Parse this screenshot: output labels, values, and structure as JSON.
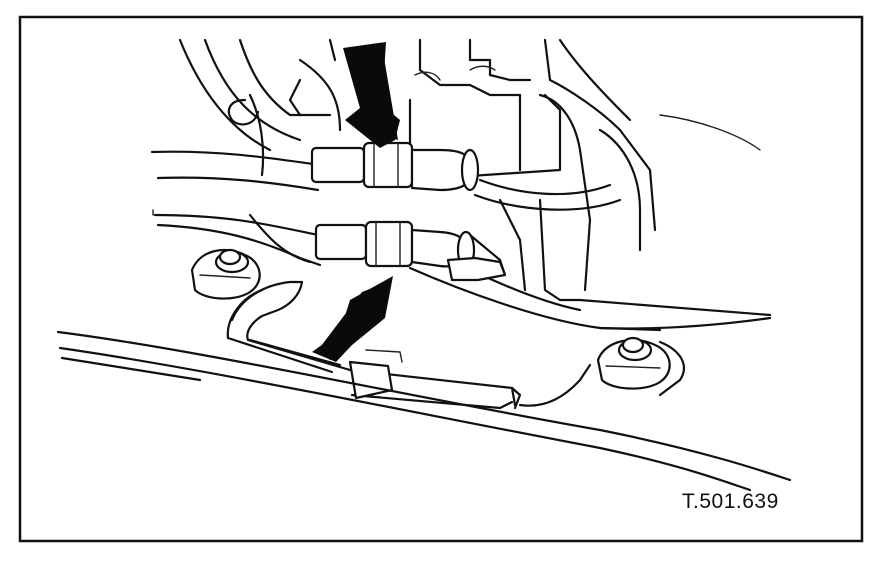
{
  "figure": {
    "reference_code": "T.501.639",
    "callouts": [
      {
        "name": "upper-arrow",
        "points_to": "upper-fluid-line-union"
      },
      {
        "name": "lower-arrow",
        "points_to": "lower-fluid-line-union"
      }
    ],
    "colors": {
      "line": "#111111",
      "background": "#ffffff"
    }
  }
}
